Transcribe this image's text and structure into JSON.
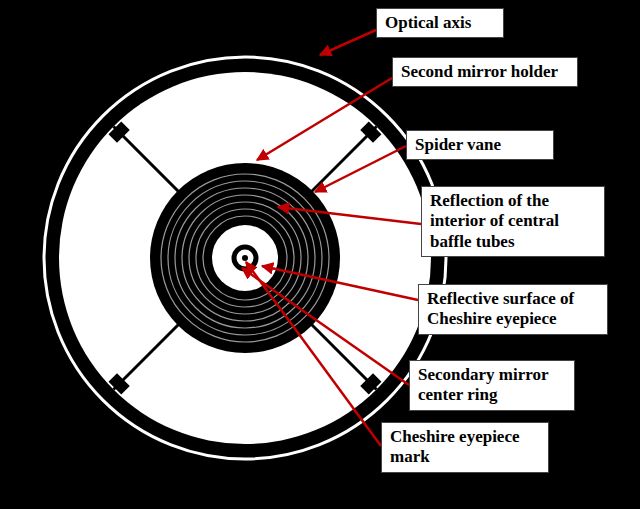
{
  "diagram": {
    "nodes": [
      {
        "text": [
          "Optical axis"
        ]
      },
      {
        "text": [
          "Second mirror holder"
        ]
      },
      {
        "text": [
          "Spider vane"
        ]
      },
      {
        "text": [
          "Reflection of the interior of central baffle tubes"
        ]
      },
      {
        "text": [
          "Reflective surface of Cheshire eyepiece"
        ]
      },
      {
        "text": [
          "Secondary mirror center ring"
        ]
      },
      {
        "text": [
          "Cheshire eyepiece mark"
        ]
      }
    ]
  }
}
